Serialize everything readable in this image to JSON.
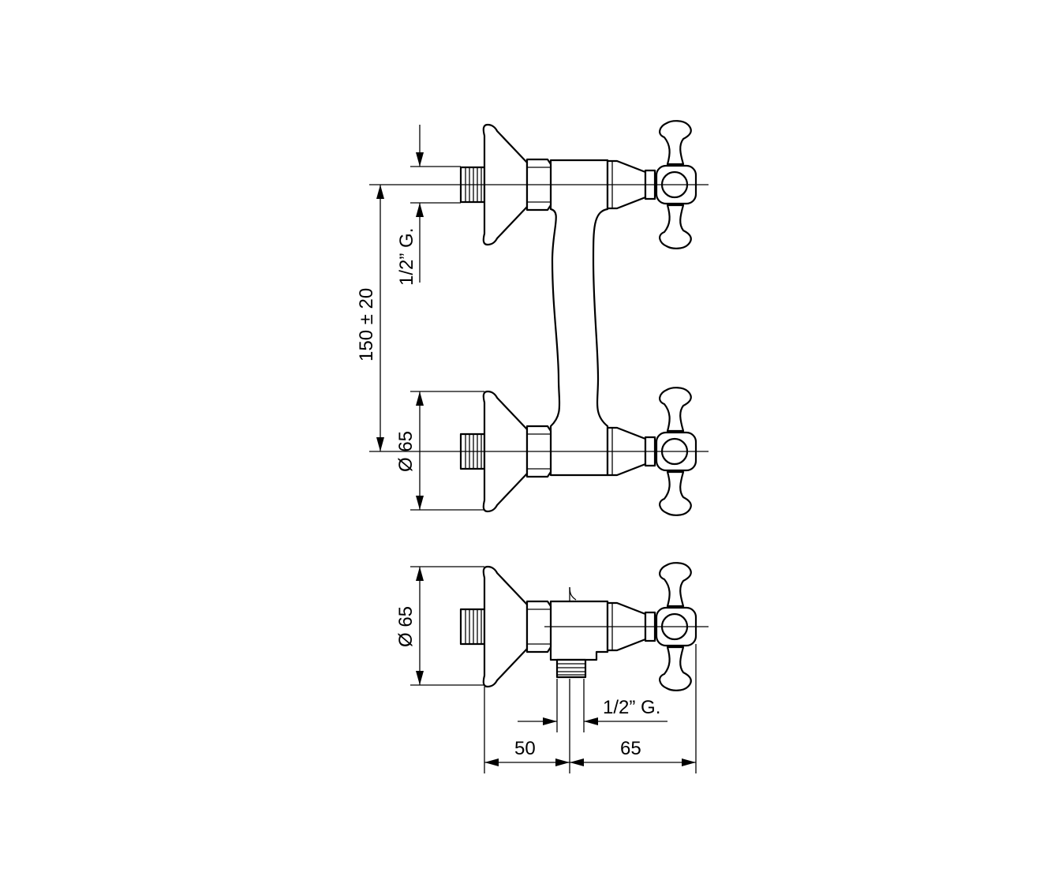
{
  "dimensions": {
    "top_thread": "1/2” G.",
    "center_distance": "150 ± 20",
    "upper_flange_diameter": "Ø 65",
    "lower_flange_diameter": "Ø 65",
    "outlet_thread": "1/2” G.",
    "depth_to_outlet": "50",
    "outlet_to_handle": "65"
  }
}
